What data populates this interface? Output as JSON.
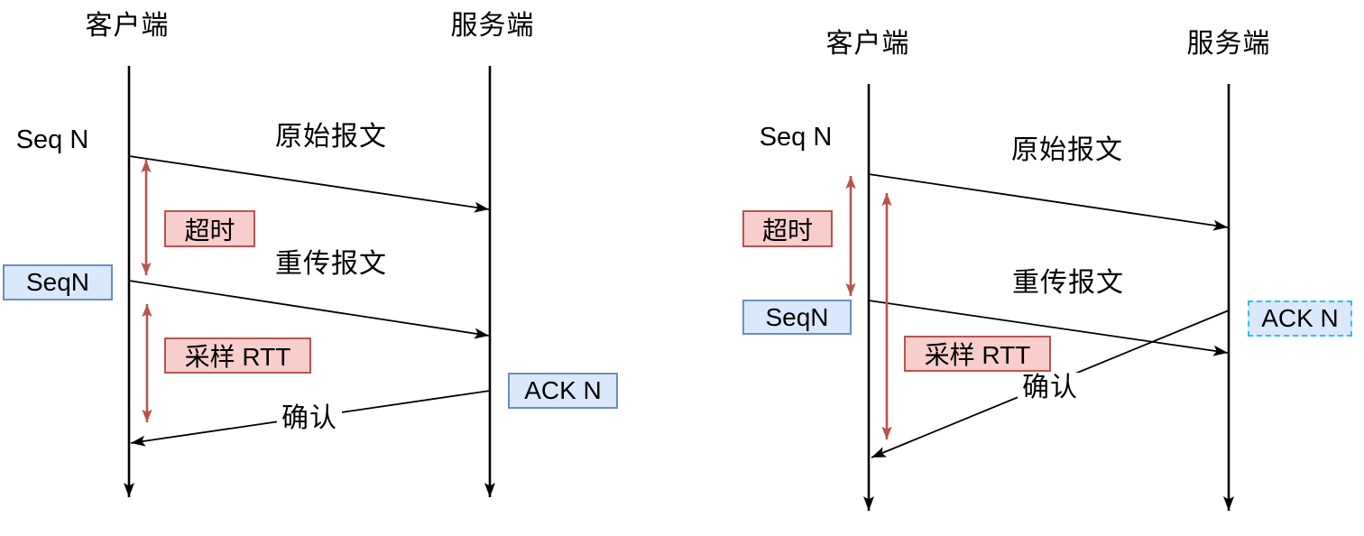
{
  "left_diagram": {
    "client": "客户端",
    "server": "服务端",
    "seq_note": "Seq N",
    "original_msg": "原始报文",
    "timeout": "超时",
    "seq_box": "SeqN",
    "retransmit_msg": "重传报文",
    "sample_rtt": "采样 RTT",
    "ack_msg": "确认",
    "ack_box": "ACK N"
  },
  "right_diagram": {
    "client": "客户端",
    "server": "服务端",
    "seq_note": "Seq N",
    "original_msg": "原始报文",
    "timeout": "超时",
    "seq_box": "SeqN",
    "retransmit_msg": "重传报文",
    "sample_rtt": "采样 RTT",
    "ack_msg": "确认",
    "ack_box": "ACK N"
  },
  "colors": {
    "line": "#000000",
    "red_stroke": "#b85450",
    "red_fill": "#f8cecc",
    "blue_stroke": "#6c8ebf",
    "blue_fill": "#dae8fc",
    "selection_dash": "#33bbff",
    "background": "#ffffff"
  }
}
